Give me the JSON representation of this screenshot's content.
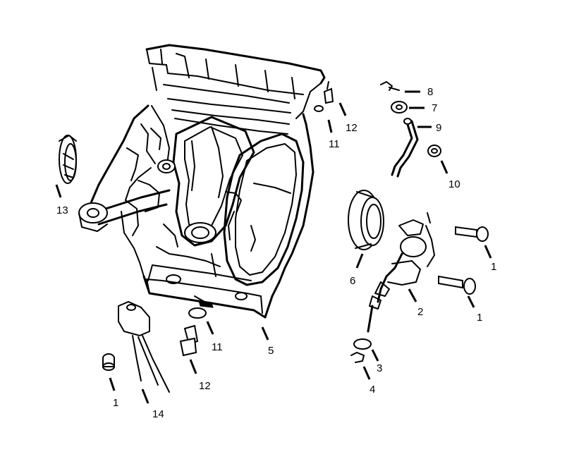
{
  "callouts": [
    {
      "id": "1",
      "text": "1",
      "part": "bolt-right-upper"
    },
    {
      "id": "1b",
      "text": "1",
      "part": "bolt-right-lower"
    },
    {
      "id": "1c",
      "text": "1",
      "part": "bolt-lower-left"
    },
    {
      "id": "2",
      "text": "2",
      "part": "governor-assembly"
    },
    {
      "id": "3",
      "text": "3",
      "part": "washer"
    },
    {
      "id": "4",
      "text": "4",
      "part": "retaining-ring"
    },
    {
      "id": "5",
      "text": "5",
      "part": "crankcase"
    },
    {
      "id": "6",
      "text": "6",
      "part": "oil-seal"
    },
    {
      "id": "7",
      "text": "7",
      "part": "washer-small"
    },
    {
      "id": "8",
      "text": "8",
      "part": "clip"
    },
    {
      "id": "9",
      "text": "9",
      "part": "governor-arm"
    },
    {
      "id": "10",
      "text": "10",
      "part": "nut"
    },
    {
      "id": "11",
      "text": "11",
      "part": "gasket-upper"
    },
    {
      "id": "11b",
      "text": "11",
      "part": "gasket-lower"
    },
    {
      "id": "12",
      "text": "12",
      "part": "plug-upper"
    },
    {
      "id": "12b",
      "text": "12",
      "part": "plug-lower"
    },
    {
      "id": "13",
      "text": "13",
      "part": "oil-seal-side"
    },
    {
      "id": "14",
      "text": "14",
      "part": "oil-sensor"
    }
  ]
}
